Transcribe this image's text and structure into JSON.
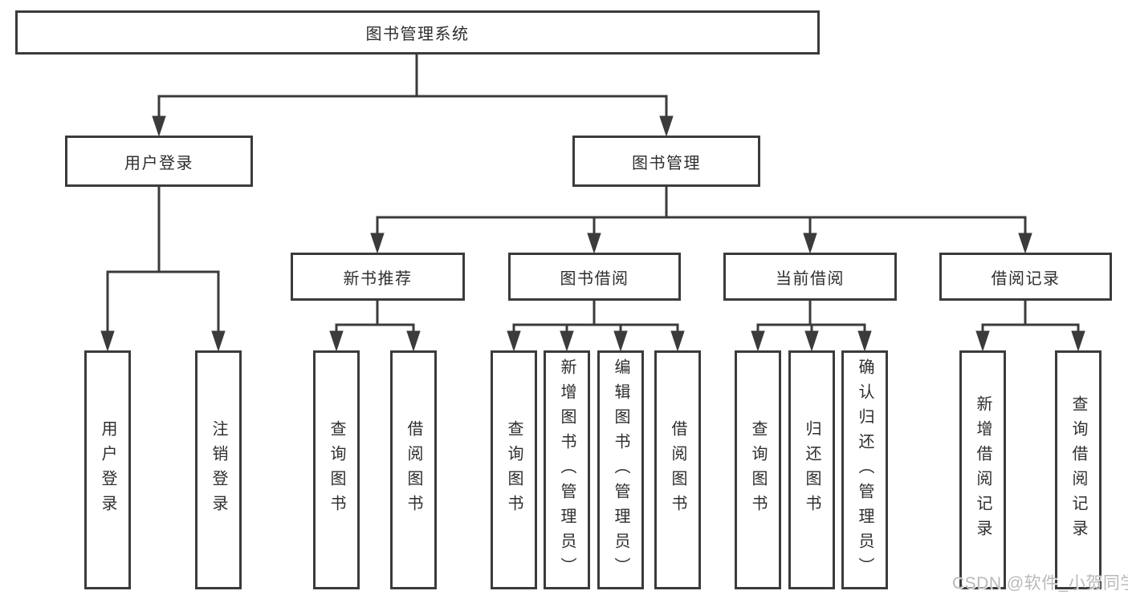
{
  "tree": {
    "label": "图书管理系统",
    "children": [
      {
        "label": "用户登录",
        "children": [
          {
            "label": "用户登录"
          },
          {
            "label": "注销登录"
          }
        ]
      },
      {
        "label": "图书管理",
        "children": [
          {
            "label": "新书推荐",
            "children": [
              {
                "label": "查询图书"
              },
              {
                "label": "借阅图书"
              }
            ]
          },
          {
            "label": "图书借阅",
            "children": [
              {
                "label": "查询图书"
              },
              {
                "label": "新增图书（管理员）"
              },
              {
                "label": "编辑图书（管理员）"
              },
              {
                "label": "借阅图书"
              }
            ]
          },
          {
            "label": "当前借阅",
            "children": [
              {
                "label": "查询图书"
              },
              {
                "label": "归还图书"
              },
              {
                "label": "确认归还（管理员）"
              }
            ]
          },
          {
            "label": "借阅记录",
            "children": [
              {
                "label": "新增借阅记录"
              },
              {
                "label": "查询借阅记录"
              }
            ]
          }
        ]
      }
    ]
  },
  "watermark": {
    "text": "CSDN @软件_小贺同学"
  },
  "colors": {
    "line": "#3b3b3b",
    "text": "#2e2e2e",
    "background": "#ffffff",
    "watermark": "#b9b9b9"
  }
}
